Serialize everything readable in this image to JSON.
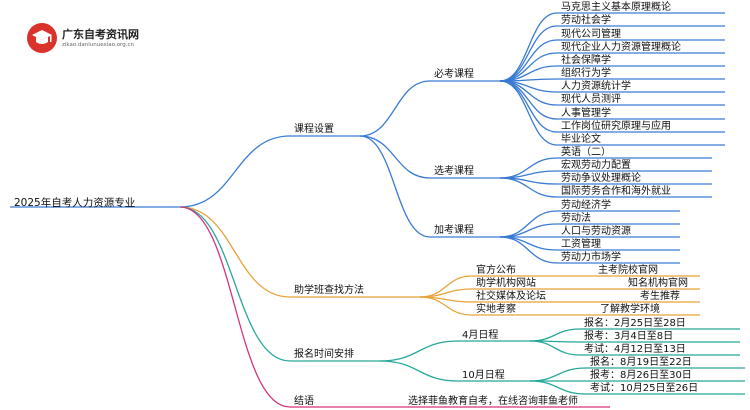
{
  "logo": {
    "name": "广东自考资讯网",
    "url": "zikao.danlunuexiao.org.cn",
    "icon": "graduation-cap-icon"
  },
  "root": {
    "label": "2025年自考人力资源专业"
  },
  "colors": {
    "blue": "#3a7bd5",
    "green": "#2aa84a",
    "orange": "#e8a23a",
    "teal": "#27a89a",
    "magenta": "#d6337a"
  },
  "branches": [
    {
      "key": "courses",
      "label": "课程设置",
      "groups": [
        {
          "label": "必考课程",
          "items": [
            "马克思主义基本原理概论",
            "劳动社会学",
            "现代公司管理",
            "现代企业人力资源管理概论",
            "社会保障学",
            "组织行为学",
            "人力资源统计学",
            "现代人员测评",
            "人事管理学",
            "工作岗位研究原理与应用",
            "毕业论文"
          ]
        },
        {
          "label": "选考课程",
          "items": [
            "英语（二）",
            "宏观劳动力配置",
            "劳动争议处理概论",
            "国际劳务合作和海外就业"
          ]
        },
        {
          "label": "加考课程",
          "items": [
            "劳动经济学",
            "劳动法",
            "人口与劳动资源",
            "工资管理",
            "劳动力市场学"
          ]
        }
      ]
    },
    {
      "key": "class",
      "label": "助学班查找方法",
      "pairs": [
        {
          "label": "官方公布",
          "value": "主考院校官网"
        },
        {
          "label": "助学机构网站",
          "value": "知名机构官网"
        },
        {
          "label": "社交媒体及论坛",
          "value": "考生推荐"
        },
        {
          "label": "实地考察",
          "value": "了解教学环境"
        }
      ]
    },
    {
      "key": "schedule",
      "label": "报名时间安排",
      "groups": [
        {
          "label": "4月日程",
          "items": [
            "报名：2月25日至28日",
            "报考：3月4日至8日",
            "考试：4月12日至13日"
          ]
        },
        {
          "label": "10月日程",
          "items": [
            "报名：8月19日至22日",
            "报考：8月26日至30日",
            "考试：10月25日至26日"
          ]
        }
      ]
    },
    {
      "key": "conclusion",
      "label": "结语",
      "value": "选择菲鱼教育自考，在线咨询菲鱼老师"
    }
  ]
}
